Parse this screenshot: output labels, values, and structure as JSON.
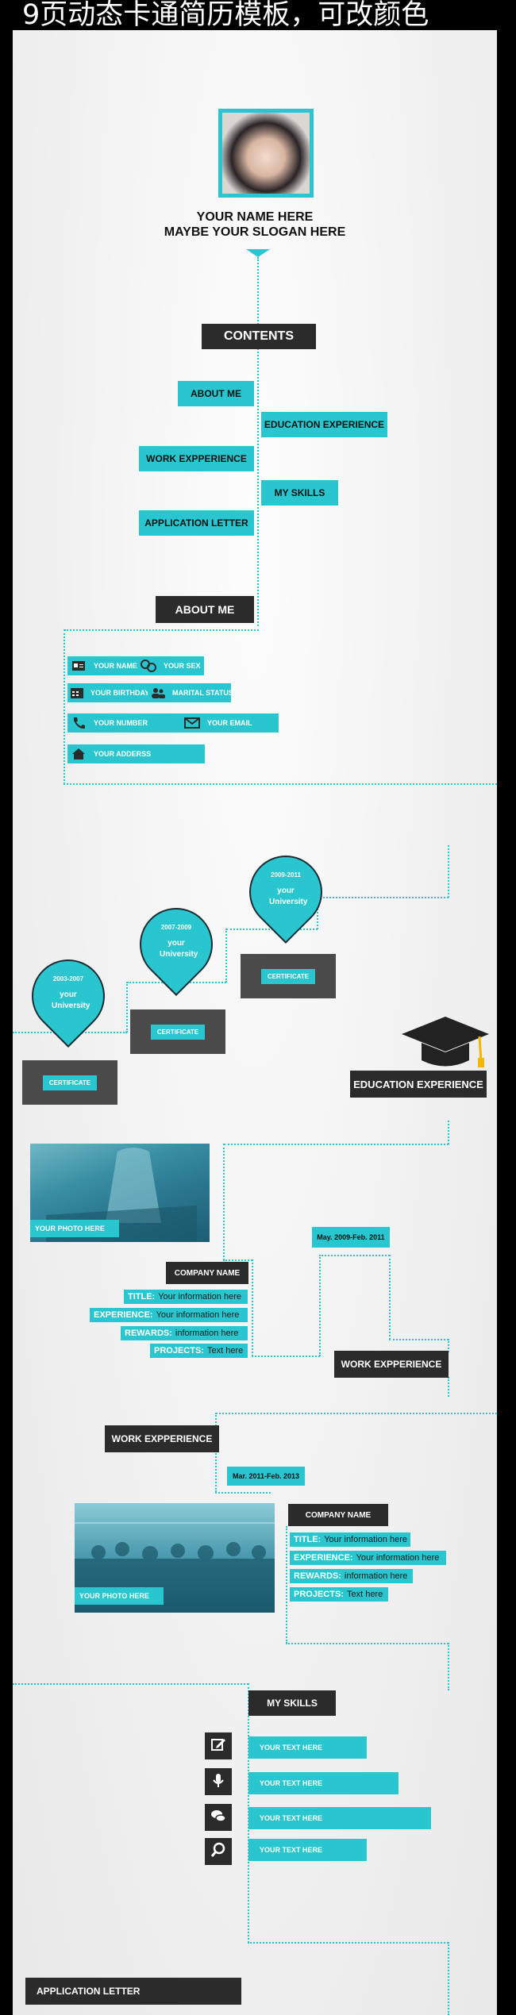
{
  "header": {
    "title": "9页动态卡通简历模板，可改颜色"
  },
  "cover": {
    "name": "YOUR NAME HERE",
    "slogan": "MAYBE YOUR SLOGAN HERE"
  },
  "contents": {
    "title": "CONTENTS",
    "items": [
      "ABOUT ME",
      "EDUCATION EXPERIENCE",
      "WORK EXPPERIENCE",
      "MY SKILLS",
      "APPLICATION LETTER"
    ]
  },
  "about": {
    "title": "ABOUT ME",
    "fields": [
      "YOUR NAME",
      "YOUR SEX",
      "YOUR BIRTHDAY",
      "MARITAL STATUS",
      "YOUR NUMBER",
      "YOUR EMAIL",
      "YOUR ADDERSS"
    ]
  },
  "education": {
    "title": "EDUCATION EXPERIENCE",
    "pins": [
      {
        "years": "2009-2011",
        "school": "your University"
      },
      {
        "years": "2007-2009",
        "school": "your University"
      },
      {
        "years": "2003-2007",
        "school": "your University"
      }
    ],
    "certificate": "CERTIFICATE"
  },
  "work1": {
    "title": "WORK EXPPERIENCE",
    "period": "May. 2009-Feb. 2011",
    "photo": "YOUR PHOTO HERE",
    "company": "COMPANY NAME",
    "rows": [
      {
        "label": "TITLE:",
        "value": "Your information here"
      },
      {
        "label": "EXPERIENCE:",
        "value": "Your information here"
      },
      {
        "label": "REWARDS:",
        "value": "information here"
      },
      {
        "label": "PROJECTS:",
        "value": "Text here"
      }
    ]
  },
  "work2": {
    "title": "WORK EXPPERIENCE",
    "period": "Mar. 2011-Feb. 2013",
    "photo": "YOUR PHOTO HERE",
    "company": "COMPANY NAME",
    "rows": [
      {
        "label": "TITLE:",
        "value": "Your information here"
      },
      {
        "label": "EXPERIENCE:",
        "value": "Your information here"
      },
      {
        "label": "REWARDS:",
        "value": "information here"
      },
      {
        "label": "PROJECTS:",
        "value": "Text here"
      }
    ]
  },
  "skills": {
    "title": "MY SKILLS",
    "items": [
      "YOUR TEXT HERE",
      "YOUR TEXT HERE",
      "YOUR TEXT HERE",
      "YOUR TEXT HERE"
    ],
    "levels": [
      0.55,
      0.7,
      0.85,
      0.55
    ]
  },
  "application": {
    "title": "APPLICATION LETTER"
  },
  "colors": {
    "accent": "#29c6cf",
    "dark": "#2b2b2b"
  }
}
